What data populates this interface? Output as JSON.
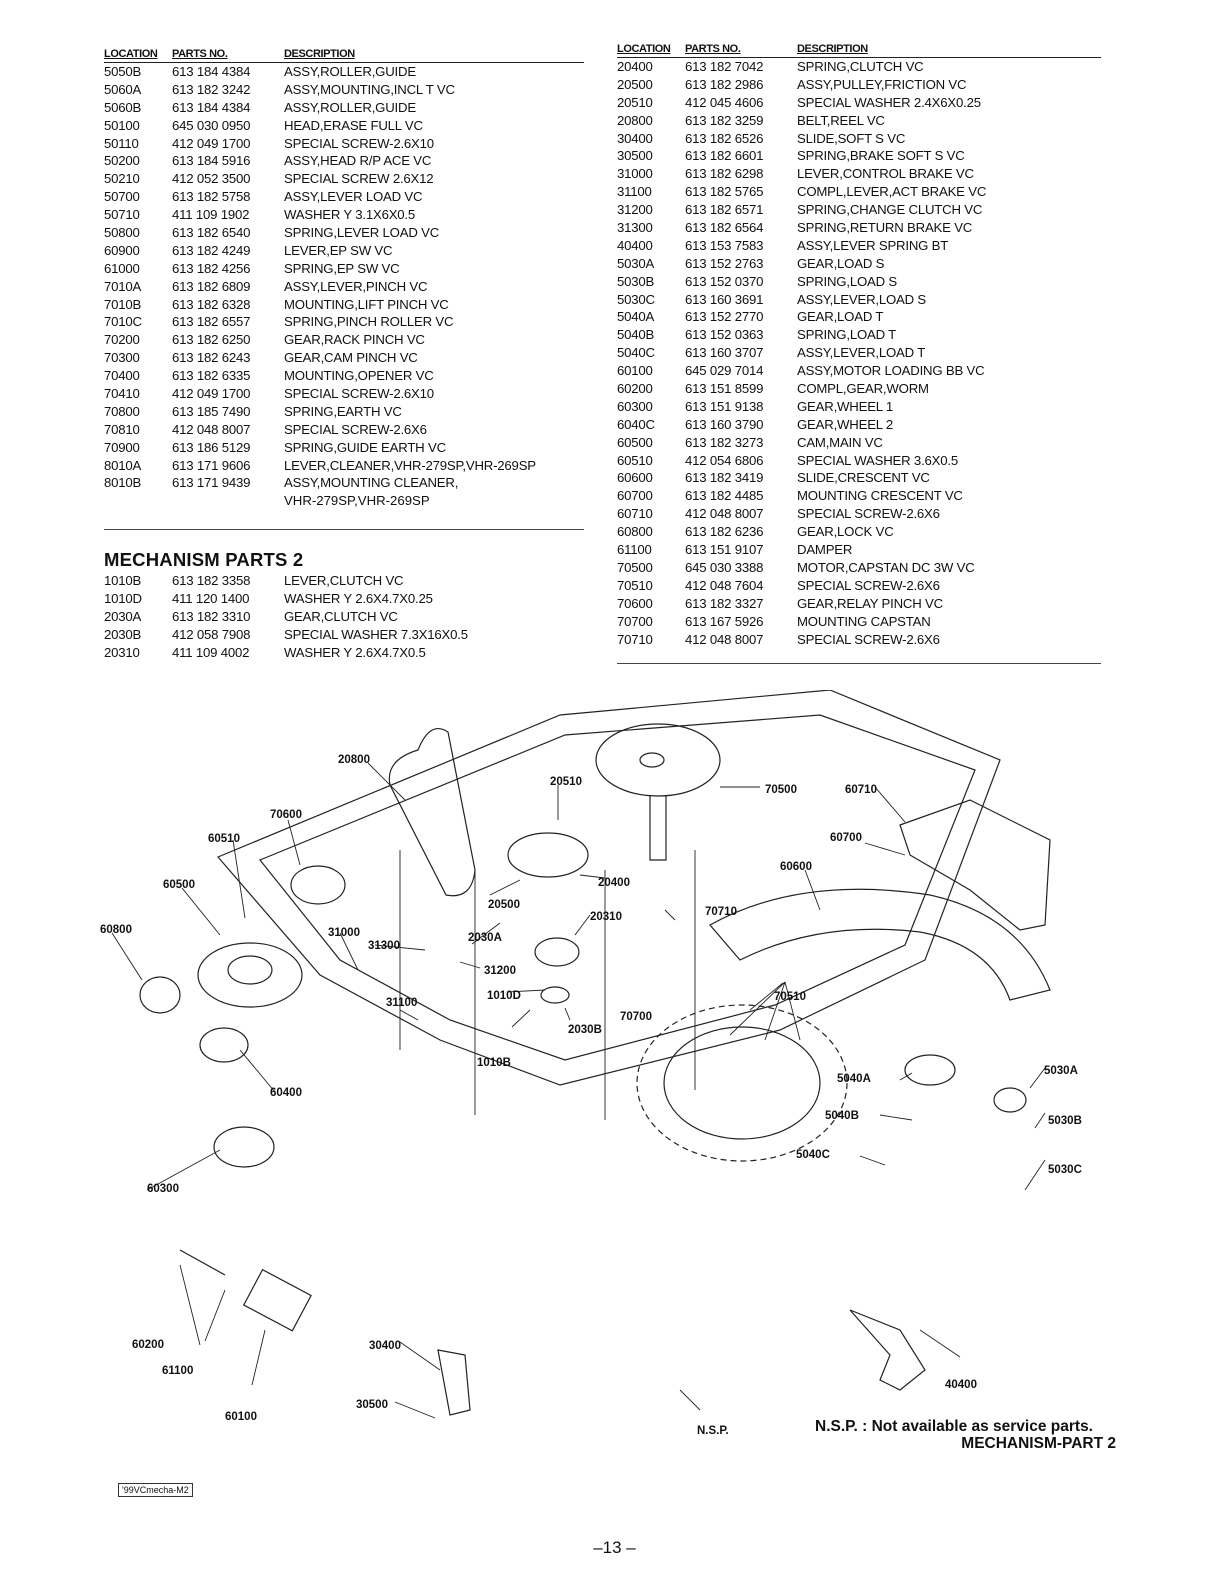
{
  "headers": {
    "location": "LOCATION",
    "parts_no": "PARTS NO.",
    "description": "DESCRIPTION"
  },
  "table_left": [
    [
      "5050B",
      "613 184 4384",
      "ASSY,ROLLER,GUIDE"
    ],
    [
      "5060A",
      "613 182 3242",
      "ASSY,MOUNTING,INCL T VC"
    ],
    [
      "5060B",
      "613 184 4384",
      "ASSY,ROLLER,GUIDE"
    ],
    [
      "50100",
      "645 030 0950",
      "HEAD,ERASE FULL VC"
    ],
    [
      "50110",
      "412 049 1700",
      "SPECIAL SCREW-2.6X10"
    ],
    [
      "50200",
      "613 184 5916",
      "ASSY,HEAD R/P ACE VC"
    ],
    [
      "50210",
      "412 052 3500",
      "SPECIAL SCREW 2.6X12"
    ],
    [
      "50700",
      "613 182 5758",
      "ASSY,LEVER LOAD VC"
    ],
    [
      "50710",
      "411 109 1902",
      "WASHER Y 3.1X6X0.5"
    ],
    [
      "50800",
      "613 182 6540",
      "SPRING,LEVER LOAD VC"
    ],
    [
      "60900",
      "613 182 4249",
      "LEVER,EP SW VC"
    ],
    [
      "61000",
      "613 182 4256",
      "SPRING,EP SW VC"
    ],
    [
      "7010A",
      "613 182 6809",
      "ASSY,LEVER,PINCH VC"
    ],
    [
      "7010B",
      "613 182 6328",
      "MOUNTING,LIFT PINCH VC"
    ],
    [
      "7010C",
      "613 182 6557",
      "SPRING,PINCH ROLLER VC"
    ],
    [
      "70200",
      "613 182 6250",
      "GEAR,RACK PINCH VC"
    ],
    [
      "70300",
      "613 182 6243",
      "GEAR,CAM PINCH VC"
    ],
    [
      "70400",
      "613 182 6335",
      "MOUNTING,OPENER VC"
    ],
    [
      "70410",
      "412 049 1700",
      "SPECIAL SCREW-2.6X10"
    ],
    [
      "70800",
      "613 185 7490",
      "SPRING,EARTH VC"
    ],
    [
      "70810",
      "412 048 8007",
      "SPECIAL SCREW-2.6X6"
    ],
    [
      "70900",
      "613 186 5129",
      "SPRING,GUIDE EARTH VC"
    ],
    [
      "8010A",
      "613 171 9606",
      "LEVER,CLEANER,VHR-279SP,VHR-269SP"
    ],
    [
      "8010B",
      "613 171 9439",
      "ASSY,MOUNTING CLEANER,"
    ]
  ],
  "table_left_cont": "VHR-279SP,VHR-269SP",
  "section_title": "MECHANISM PARTS 2",
  "table_mech2": [
    [
      "1010B",
      "613 182 3358",
      "LEVER,CLUTCH VC"
    ],
    [
      "1010D",
      "411 120 1400",
      "WASHER Y 2.6X4.7X0.25"
    ],
    [
      "2030A",
      "613 182 3310",
      "GEAR,CLUTCH VC"
    ],
    [
      "2030B",
      "412 058 7908",
      "SPECIAL WASHER 7.3X16X0.5"
    ],
    [
      "20310",
      "411 109 4002",
      "WASHER Y 2.6X4.7X0.5"
    ]
  ],
  "table_right": [
    [
      "20400",
      "613 182 7042",
      "SPRING,CLUTCH VC"
    ],
    [
      "20500",
      "613 182 2986",
      "ASSY,PULLEY,FRICTION VC"
    ],
    [
      "20510",
      "412 045 4606",
      "SPECIAL WASHER 2.4X6X0.25"
    ],
    [
      "20800",
      "613 182 3259",
      "BELT,REEL VC"
    ],
    [
      "30400",
      "613 182 6526",
      "SLIDE,SOFT S VC"
    ],
    [
      "30500",
      "613 182 6601",
      "SPRING,BRAKE SOFT S VC"
    ],
    [
      "31000",
      "613 182 6298",
      "LEVER,CONTROL BRAKE VC"
    ],
    [
      "31100",
      "613 182 5765",
      "COMPL,LEVER,ACT BRAKE VC"
    ],
    [
      "31200",
      "613 182 6571",
      "SPRING,CHANGE CLUTCH VC"
    ],
    [
      "31300",
      "613 182 6564",
      "SPRING,RETURN BRAKE VC"
    ],
    [
      "40400",
      "613 153 7583",
      "ASSY,LEVER SPRING BT"
    ],
    [
      "5030A",
      "613 152 2763",
      "GEAR,LOAD S"
    ],
    [
      "5030B",
      "613 152 0370",
      "SPRING,LOAD S"
    ],
    [
      "5030C",
      "613 160 3691",
      "ASSY,LEVER,LOAD S"
    ],
    [
      "5040A",
      "613 152 2770",
      "GEAR,LOAD T"
    ],
    [
      "5040B",
      "613 152 0363",
      "SPRING,LOAD T"
    ],
    [
      "5040C",
      "613 160 3707",
      "ASSY,LEVER,LOAD T"
    ],
    [
      "60100",
      "645 029 7014",
      "ASSY,MOTOR LOADING BB VC"
    ],
    [
      "60200",
      "613 151 8599",
      "COMPL,GEAR,WORM"
    ],
    [
      "60300",
      "613 151 9138",
      "GEAR,WHEEL 1"
    ],
    [
      "6040C",
      "613 160 3790",
      "GEAR,WHEEL 2"
    ],
    [
      "60500",
      "613 182 3273",
      "CAM,MAIN VC"
    ],
    [
      "60510",
      "412 054 6806",
      "SPECIAL WASHER 3.6X0.5"
    ],
    [
      "60600",
      "613 182 3419",
      "SLIDE,CRESCENT VC"
    ],
    [
      "60700",
      "613 182 4485",
      "MOUNTING CRESCENT VC"
    ],
    [
      "60710",
      "412 048 8007",
      "SPECIAL SCREW-2.6X6"
    ],
    [
      "60800",
      "613 182 6236",
      "GEAR,LOCK VC"
    ],
    [
      "61100",
      "613 151 9107",
      "DAMPER"
    ],
    [
      "70500",
      "645 030 3388",
      "MOTOR,CAPSTAN DC 3W VC"
    ],
    [
      "70510",
      "412 048 7604",
      "SPECIAL SCREW-2.6X6"
    ],
    [
      "70600",
      "613 182 3327",
      "GEAR,RELAY PINCH VC"
    ],
    [
      "70700",
      "613 167 5926",
      "MOUNTING CAPSTAN"
    ],
    [
      "70710",
      "412 048 8007",
      "SPECIAL SCREW-2.6X6"
    ]
  ],
  "diagram_labels": {
    "l20800": "20800",
    "l20510": "20510",
    "l70500": "70500",
    "l60710": "60710",
    "l60700": "60700",
    "l70600": "70600",
    "l60510": "60510",
    "l60500": "60500",
    "l60800": "60800",
    "l60600": "60600",
    "l20400": "20400",
    "l20500": "20500",
    "l20310": "20310",
    "l70710": "70710",
    "l31000": "31000",
    "l31300": "31300",
    "l2030A": "2030A",
    "l31200": "31200",
    "l1010D": "1010D",
    "l31100": "31100",
    "l2030B": "2030B",
    "l70700": "70700",
    "l70510": "70510",
    "l1010B": "1010B",
    "l60400": "60400",
    "l5040A": "5040A",
    "l5030A": "5030A",
    "l5040B": "5040B",
    "l5030B": "5030B",
    "l5040C": "5040C",
    "l5030C": "5030C",
    "l60300": "60300",
    "l60200": "60200",
    "l61100": "61100",
    "l60100": "60100",
    "l30400": "30400",
    "l30500": "30500",
    "l40400": "40400",
    "lnsp": "N.S.P."
  },
  "note_nsp": "N.S.P. : Not available as service parts.",
  "note_title": "MECHANISM-PART 2",
  "stamp": "'99VCmecha-M2",
  "page_number": "–13 –"
}
